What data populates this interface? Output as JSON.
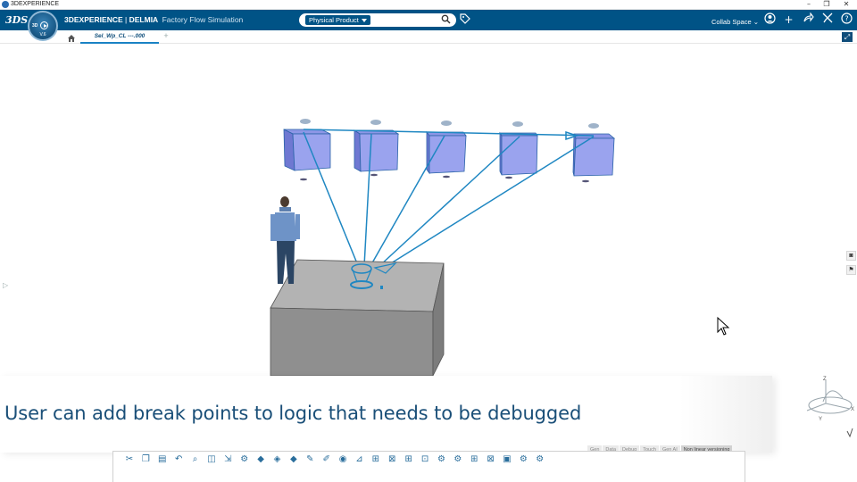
{
  "window": {
    "title": "3DEXPERIENCE",
    "buttons": [
      "–",
      "❐",
      "✕"
    ]
  },
  "header": {
    "logo": "3DS",
    "compass_badge": "3D",
    "compass_version": "V.6",
    "brand": "3DEXPERIENCE",
    "separator": " | ",
    "product": "DELMIA",
    "app_name": "Factory Flow Simulation",
    "search": {
      "scope": "Physical Product",
      "placeholder": "",
      "value": ""
    },
    "collab_space": "Collab Space",
    "icons": [
      "user-icon",
      "plus-icon",
      "share-icon",
      "tools-icon",
      "help-icon"
    ]
  },
  "tabs": {
    "active": "Sel_Wp_CL ---.000",
    "add": "+"
  },
  "caption": "User can add break points to logic that needs to be debugged",
  "status_tabs": [
    {
      "label": "Gen",
      "active": false
    },
    {
      "label": "Data",
      "active": false
    },
    {
      "label": "Debug",
      "active": false
    },
    {
      "label": "Touch",
      "active": false
    },
    {
      "label": "Gen AI",
      "active": false
    },
    {
      "label": "Non linear versioning",
      "active": true
    }
  ],
  "scene": {
    "axis_labels": {
      "z": "Z",
      "x": "X",
      "y": "Y"
    }
  },
  "toolbar_icons": [
    "cut-icon",
    "copy-icon",
    "paste-icon",
    "undo-icon",
    "zoom-icon",
    "box-icon",
    "import-icon",
    "robot-icon",
    "part-icon",
    "part-icon",
    "part-icon",
    "tool-icon",
    "pen-icon",
    "part-icon",
    "measure-icon",
    "grid-icon",
    "grid-icon",
    "grid-icon",
    "grid-icon",
    "robot-icon",
    "robot-icon",
    "grid-icon",
    "grid-icon",
    "screen-icon",
    "settings-icon",
    "robot-icon"
  ],
  "colors": {
    "header": "#005386",
    "accent": "#1a82c4",
    "caption": "#1a4f78"
  }
}
